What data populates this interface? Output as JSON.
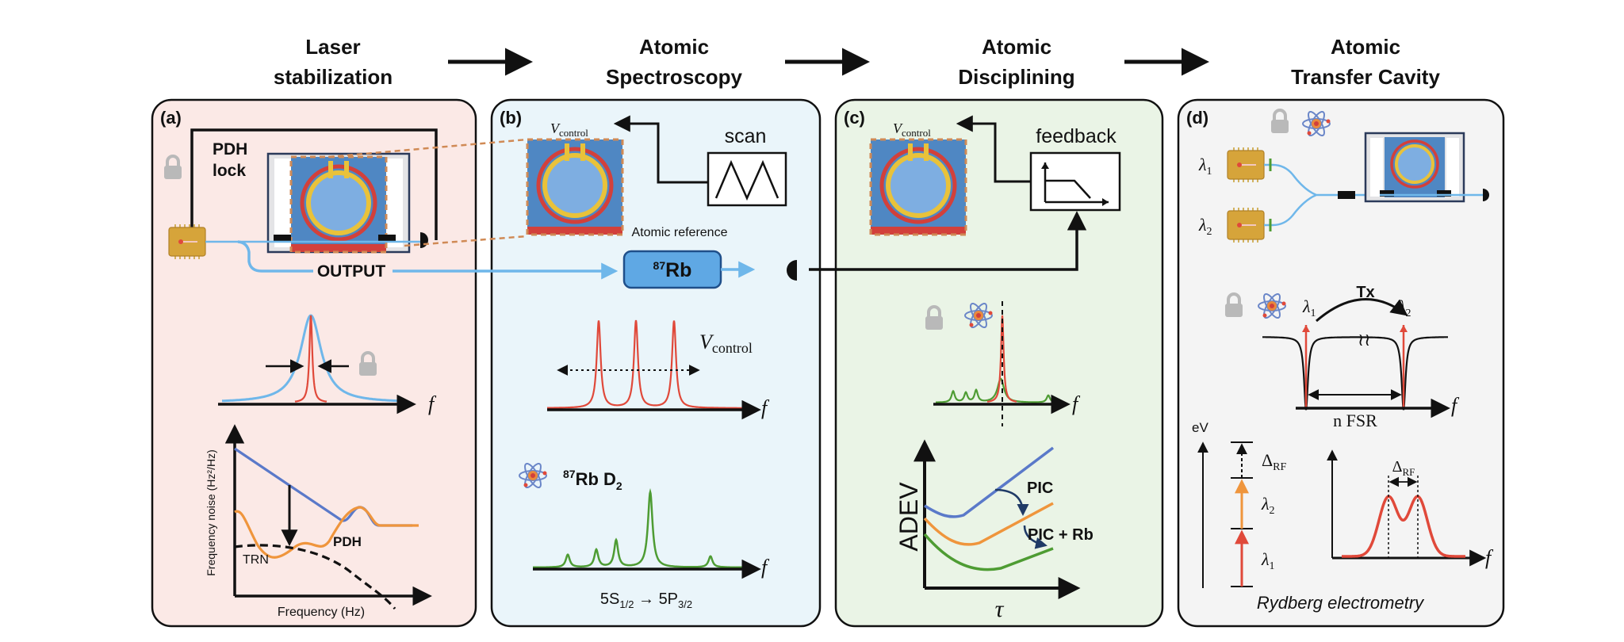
{
  "headers": {
    "laser": [
      "Laser",
      "stabilization"
    ],
    "spectroscopy": [
      "Atomic",
      "Spectroscopy"
    ],
    "disciplining": [
      "Atomic",
      "Disciplining"
    ],
    "transfer": [
      "Atomic",
      "Transfer Cavity"
    ]
  },
  "panel_a": {
    "tag": "(a)",
    "pdh_lock": [
      "PDH",
      "lock"
    ],
    "output": "OUTPUT",
    "f_axis": "f",
    "noise_ylabel": "Frequency noise (Hz²/Hz)",
    "noise_xlabel": "Frequency (Hz)",
    "pdh": "PDH",
    "trn": "TRN"
  },
  "panel_b": {
    "tag": "(b)",
    "vcontrol_v": "V",
    "vcontrol_sub": "control",
    "scan": "scan",
    "atomic_reference": "Atomic reference",
    "rb_sup": "87",
    "rb": "Rb",
    "f_axis": "f",
    "d2_sup": "87",
    "d2": "Rb D",
    "d2_sub": "2",
    "transition": "5S",
    "transition_sub1": "1/2",
    "transition_arrow": "→",
    "transition_2": "5P",
    "transition_sub2": "3/2"
  },
  "panel_c": {
    "tag": "(c)",
    "vcontrol_v": "V",
    "vcontrol_sub": "control",
    "feedback": "feedback",
    "f_axis": "f",
    "adev": "ADEV",
    "tau": "τ",
    "pic": "PIC",
    "pic_rb": "PIC + Rb"
  },
  "panel_d": {
    "tag": "(d)",
    "lambda": "λ",
    "sub1": "1",
    "sub2": "2",
    "tx": "Tx",
    "nfsr": "n FSR",
    "ev": "eV",
    "delta": "Δ",
    "rf": "RF",
    "f_axis": "f",
    "rydberg": "Rydberg electrometry"
  },
  "colors": {
    "panel_a_bg": "#fbe9e6",
    "panel_b_bg": "#eaf5fa",
    "panel_c_bg": "#eaf4e6",
    "panel_d_bg": "#f4f4f4",
    "laser_light": "#6fb7ea",
    "peak_red": "#e0493a",
    "green": "#4e9c33",
    "blue_trace": "#5a79c9",
    "orange_trace": "#ef953c",
    "chip_gold": "#d6a43a",
    "ring_blue": "#7eaee1"
  }
}
